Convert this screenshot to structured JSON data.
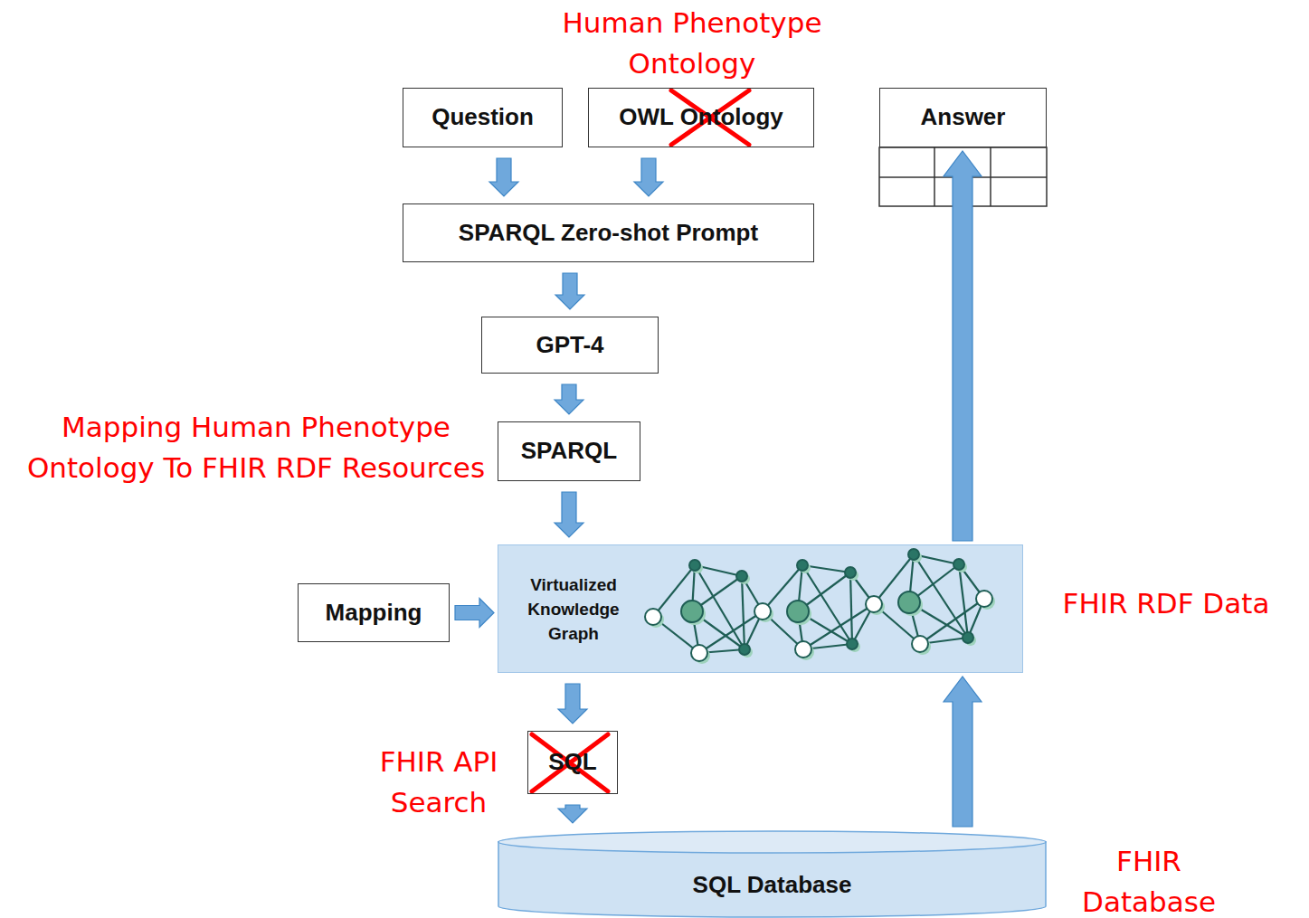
{
  "diagram": {
    "nodes": [
      {
        "text": [
          "Question"
        ]
      },
      {
        "text": [
          "OWL Ontology"
        ]
      },
      {
        "text": [
          "Answer"
        ]
      },
      {
        "text": [
          "SPARQL Zero-shot Prompt"
        ]
      },
      {
        "text": [
          "GPT-4"
        ]
      },
      {
        "text": [
          "SPARQL"
        ]
      },
      {
        "text": [
          "Mapping"
        ]
      },
      {
        "text": [
          "Virtualized Knowledge Graph"
        ]
      },
      {
        "text": [
          "SQL"
        ]
      },
      {
        "text": [
          "SQL Database"
        ]
      }
    ],
    "edges": [
      {
        "from": 0,
        "to": 3,
        "arrow": "to"
      },
      {
        "from": 1,
        "to": 3,
        "arrow": "to"
      },
      {
        "from": 3,
        "to": 4,
        "arrow": "to"
      },
      {
        "from": 4,
        "to": 5,
        "arrow": "to"
      },
      {
        "from": 5,
        "to": 7,
        "arrow": "to"
      },
      {
        "from": 6,
        "to": 7,
        "arrow": "to"
      },
      {
        "from": 7,
        "to": 8,
        "arrow": "to"
      },
      {
        "from": 8,
        "to": 9,
        "arrow": "to"
      },
      {
        "from": 9,
        "to": 7,
        "arrow": "to"
      },
      {
        "from": 7,
        "to": 2,
        "arrow": "to"
      }
    ],
    "labels": [
      "Human Phenotype Ontology",
      "Mapping Human Phenotype Ontology To FHIR RDF Resources",
      "FHIR RDF Data",
      "FHIR API Search",
      "FHIR Database"
    ]
  }
}
